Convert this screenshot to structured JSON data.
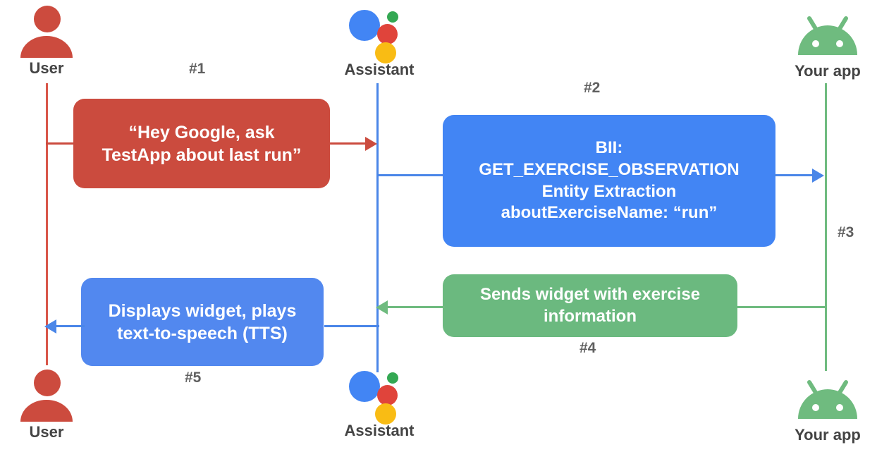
{
  "diagram": {
    "title": "Google Assistant App Actions sequence diagram",
    "colors": {
      "user_red": "#cb4b3e",
      "assistant_blue": "#4285f4",
      "line_blue": "#4a86e8",
      "app_green": "#6fbb7f",
      "label_gray": "#5f5f5f"
    }
  },
  "actors": {
    "user_top": {
      "label": "User",
      "icon": "user-icon"
    },
    "assistant_top": {
      "label": "Assistant",
      "icon": "google-assistant-icon"
    },
    "app_top": {
      "label": "Your app",
      "icon": "android-icon"
    },
    "user_bottom": {
      "label": "User",
      "icon": "user-icon"
    },
    "assistant_bottom": {
      "label": "Assistant",
      "icon": "google-assistant-icon"
    },
    "app_bottom": {
      "label": "Your app",
      "icon": "android-icon"
    }
  },
  "steps": [
    {
      "number": "#1"
    },
    {
      "number": "#2"
    },
    {
      "number": "#3"
    },
    {
      "number": "#4"
    },
    {
      "number": "#5"
    }
  ],
  "messages": {
    "m1": {
      "lines": [
        "“Hey Google, ask",
        "TestApp about last run”"
      ],
      "color": "#cb4b3e",
      "from": "User",
      "to": "Assistant"
    },
    "m2": {
      "lines": [
        "BII:",
        "GET_EXERCISE_OBSERVATION",
        "Entity Extraction",
        "aboutExerciseName: “run”"
      ],
      "color": "#4285f4",
      "from": "Assistant",
      "to": "Your app"
    },
    "m4": {
      "lines": [
        "Sends widget with exercise",
        "information"
      ],
      "color": "#6bb97f",
      "from": "Your app",
      "to": "Assistant"
    },
    "m5": {
      "lines": [
        "Displays widget, plays",
        "text-to-speech (TTS)"
      ],
      "color": "#5288ef",
      "from": "Assistant",
      "to": "User"
    }
  }
}
